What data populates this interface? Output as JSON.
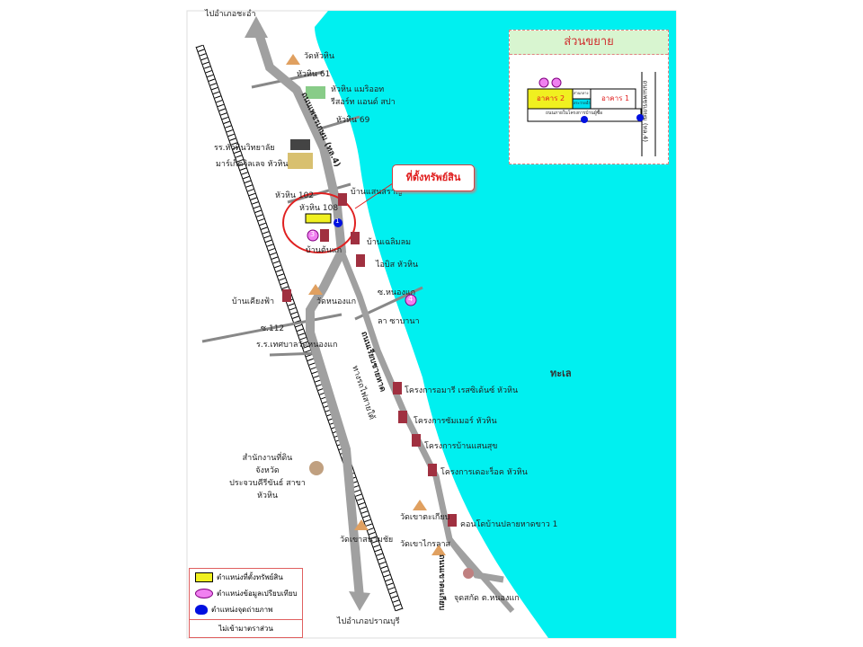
{
  "title_callout": "ที่ตั้งทรัพย์สิน",
  "sea_label": "ทะเล",
  "directions": {
    "north": "ไปอำเภอชะอำ",
    "south": "ไปอำเภอปราณบุรี"
  },
  "roads": {
    "main": "ถนนเพชรเกษม (ทล.4)",
    "beach": "ถนนเรียบชายหาด",
    "rail": "ทางรถไฟสายใต้",
    "soi61": "หัวหิน 61",
    "soi69": "หัวหิน 69",
    "soi102": "หัวหิน 102",
    "soi108": "หัวหิน 108",
    "soi112": "ซ.112",
    "soi_nongkae": "ซ.หนองแก"
  },
  "places": [
    "วัดหัวหิน",
    "หัวหิน แมริออท รีสอร์ท แอนด์ สปา",
    "รร.หัวหินวิทยาลัย",
    "มาร์เก็ตวิลเลจ หัวหิน",
    "บ้านแสนสราญ",
    "บ้านต้นแก",
    "บ้านเฉลิมลม",
    "ไอบิส หัวหิน",
    "บ้านเคียงฟ้า",
    "วัดหนองแก",
    "ลา ซาบานา",
    "ร.ร.เทศบาลวัดหนองแก",
    "โครงการอมารี เรสซิเด้นซ์ หัวหิน",
    "โครงการซัมเมอร์ หัวหิน",
    "โครงการบ้านแสนสุข",
    "โครงการเดอะร็อค หัวหิน",
    "สำนักงานที่ดิน จังหวัดประจวบคีรีขันธ์ สาขาหัวหิน",
    "วัดเขาตะเกียบ",
    "คอนโดบ้านปลายหาดขาว 1",
    "วัดเขาไกรลาส",
    "วัดเขาสนามชัย",
    "จุดสกัด ต.หนองแก",
    "ถนนเขาตะเกียบ"
  ],
  "markers": {
    "m1": "1",
    "m2": "2",
    "m3": "3",
    "m4": "4"
  },
  "inset": {
    "title": "ส่วนขยาย",
    "bldg1": "อาคาร 1",
    "bldg2": "อาคาร 2",
    "small1": "ส่วนกลาง",
    "small2": "สระว่ายน้ำ",
    "lane": "ถนนภายในโครงการบ้านผู้ซื้อ",
    "road": "ถนนเพชรเกษม (ทล.4)",
    "pins": [
      "1",
      "2",
      "1",
      "2"
    ]
  },
  "legend": {
    "items": [
      "ตำแหน่งที่ตั้งทรัพย์สิน",
      "ตำแหน่งข้อมูลเปรียบเทียบ",
      "ตำแหน่งจุดถ่ายภาพ"
    ],
    "footer": "ไม่เข้ามาตราส่วน"
  },
  "colors": {
    "sea": "#00f0f0",
    "road": "#a0a0a0",
    "accent": "#e02020",
    "compare": "#f080f0",
    "photo": "#0010e0"
  }
}
